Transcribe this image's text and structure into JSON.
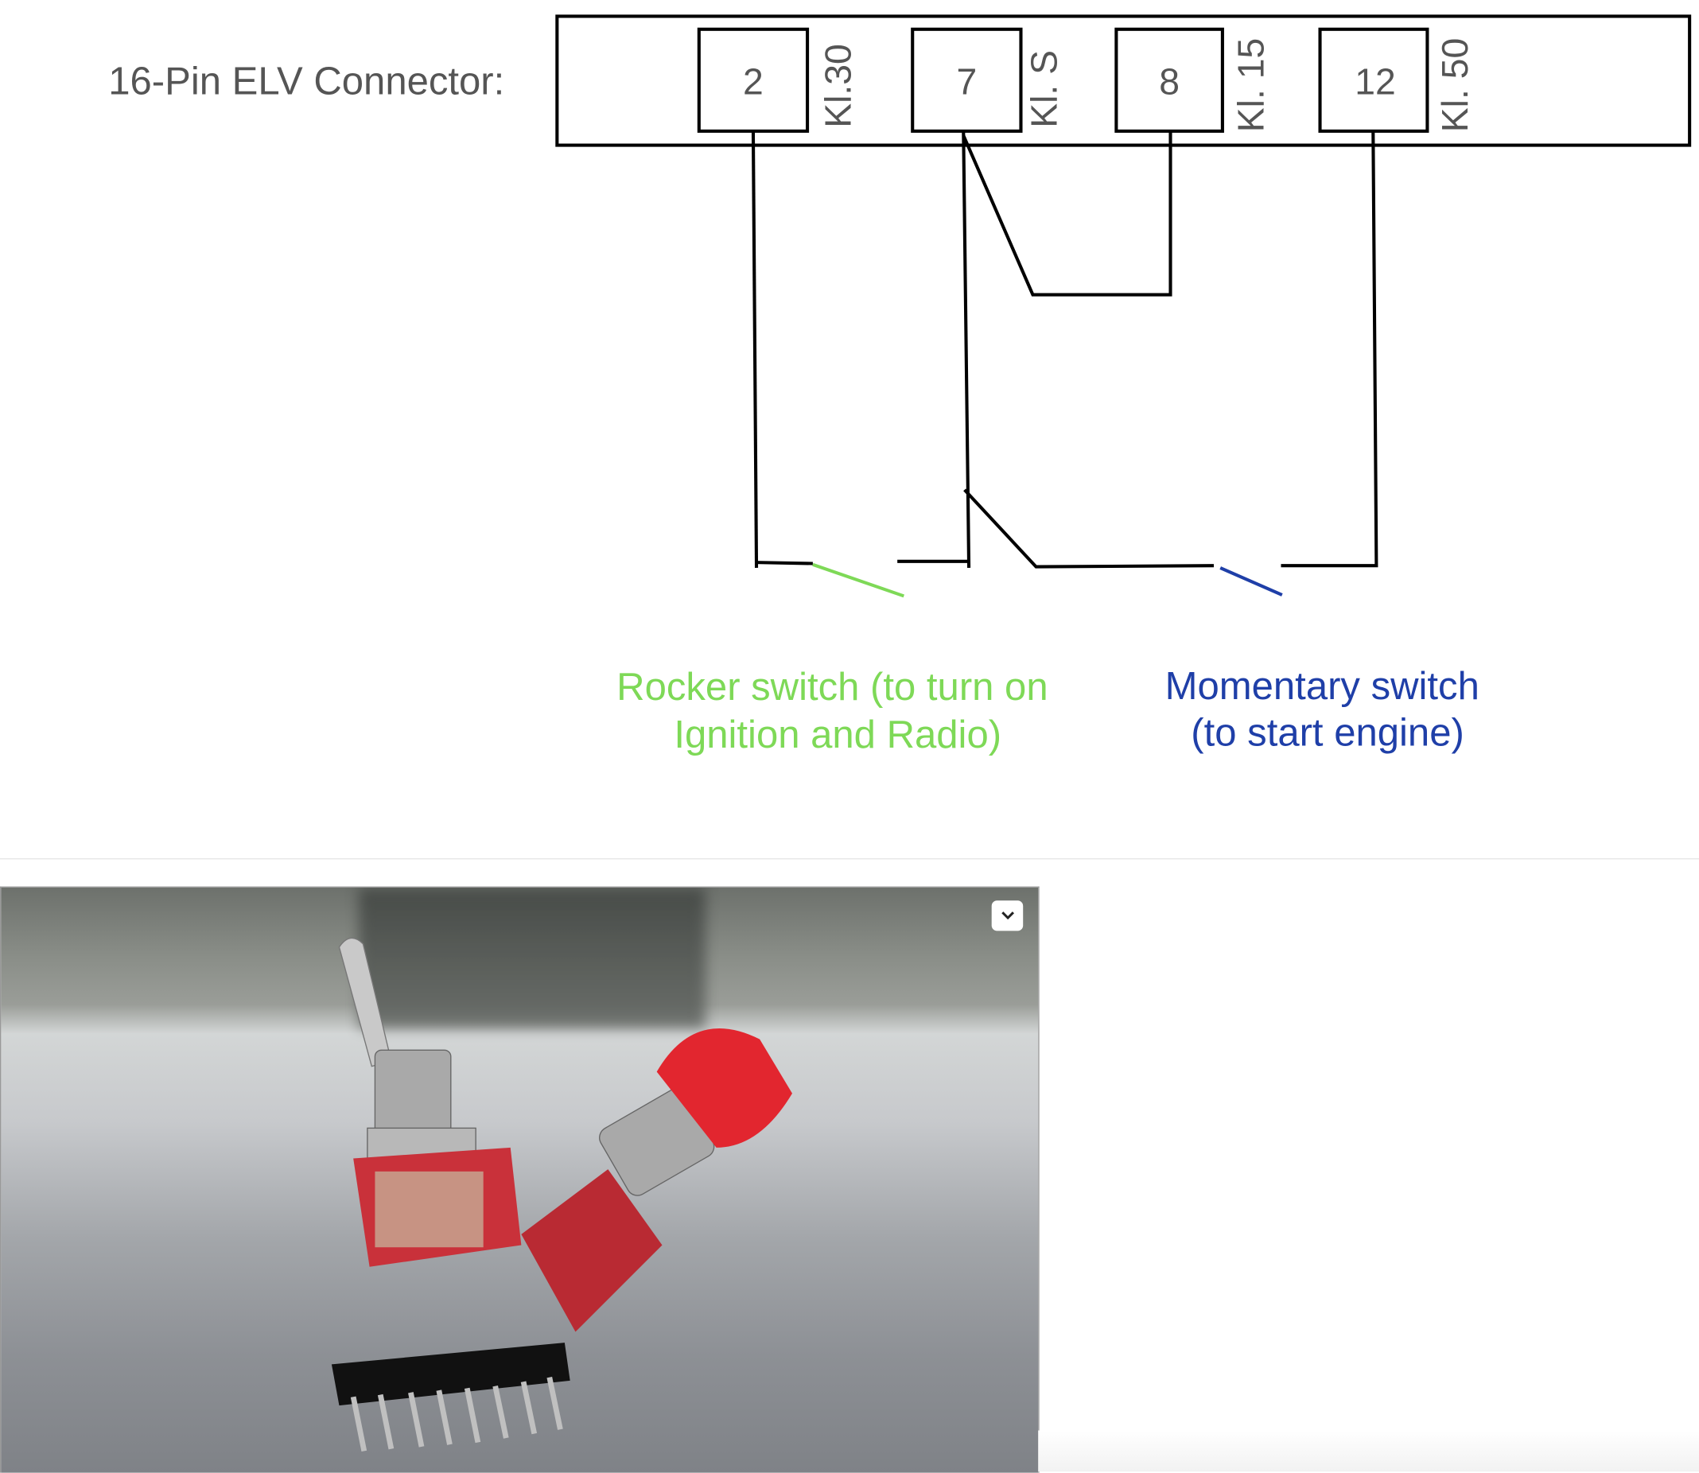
{
  "diagram": {
    "connector_label": "16-Pin ELV Connector:",
    "pins": [
      {
        "number": "2",
        "terminal": "Kl.30"
      },
      {
        "number": "7",
        "terminal": "Kl. S"
      },
      {
        "number": "8",
        "terminal": "Kl. 15"
      },
      {
        "number": "12",
        "terminal": "Kl. 50"
      }
    ],
    "rocker_caption": [
      "Rocker switch (to turn on",
      "Ignition and Radio)"
    ],
    "momentary_caption": [
      "Momentary switch",
      "(to start engine)"
    ],
    "colors": {
      "rocker": "#7ed957",
      "momentary": "#1f3fa8",
      "wire": "#000000",
      "text": "#555555"
    }
  },
  "photo": {
    "expand_icon": "chevron-down-icon"
  }
}
